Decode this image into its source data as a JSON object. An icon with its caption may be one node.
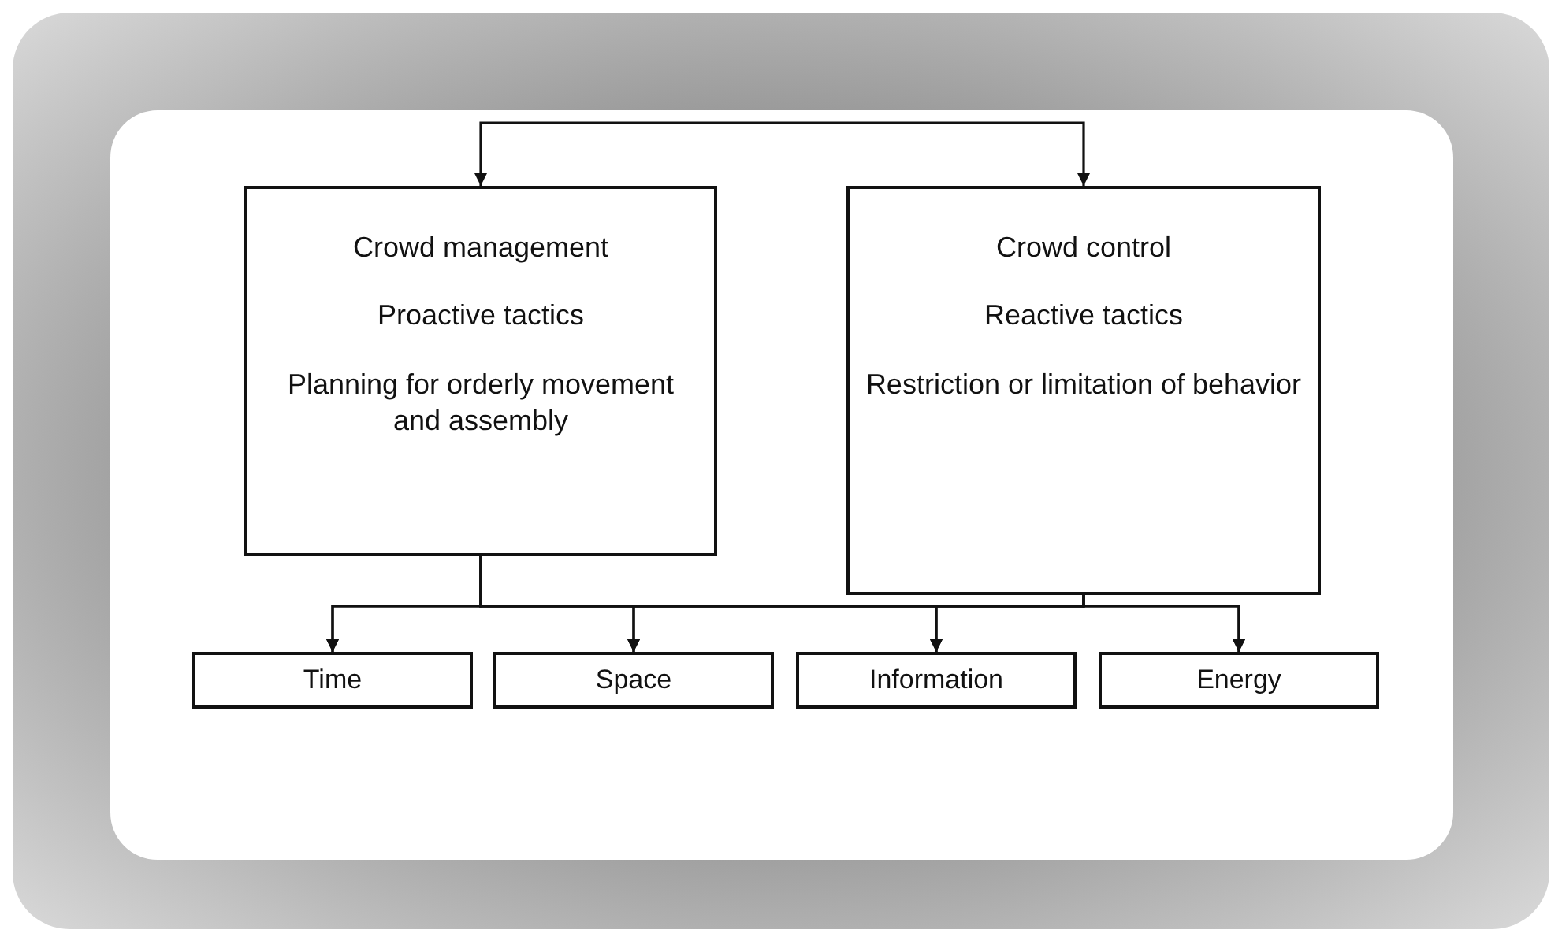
{
  "diagram": {
    "nodes": [
      {
        "text": [
          "Crowd management",
          "Proactive tactics",
          "Planning for orderly movement and assembly"
        ]
      },
      {
        "text": [
          "Crowd control",
          "Reactive tactics",
          "Restriction or limitation of behavior"
        ]
      },
      {
        "text": [
          "Time"
        ]
      },
      {
        "text": [
          "Space"
        ]
      },
      {
        "text": [
          "Information"
        ]
      },
      {
        "text": [
          "Energy"
        ]
      }
    ],
    "edges": [
      {
        "from": 0,
        "to": 1,
        "arrow": "both"
      },
      {
        "from": 0,
        "to": 2,
        "arrow": "to"
      },
      {
        "from": 0,
        "to": 3,
        "arrow": "to"
      },
      {
        "from": 0,
        "to": 4,
        "arrow": "to"
      },
      {
        "from": 0,
        "to": 5,
        "arrow": "to"
      },
      {
        "from": 1,
        "to": 2,
        "arrow": "to"
      },
      {
        "from": 1,
        "to": 3,
        "arrow": "to"
      },
      {
        "from": 1,
        "to": 4,
        "arrow": "to"
      },
      {
        "from": 1,
        "to": 5,
        "arrow": "to"
      }
    ]
  }
}
